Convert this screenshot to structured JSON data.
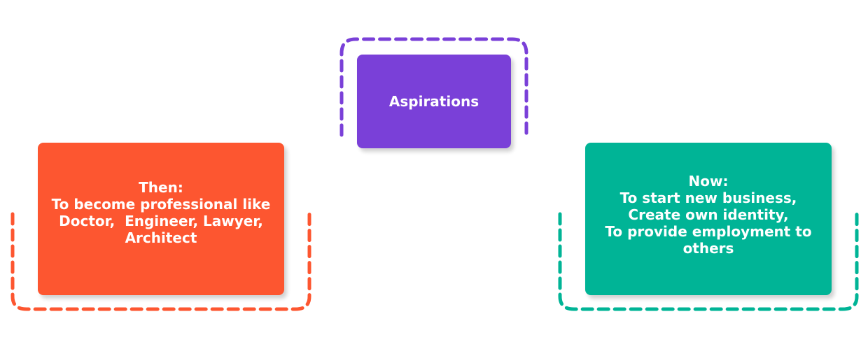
{
  "colors": {
    "purple": "#7a40d8",
    "orange": "#fd5630",
    "teal": "#00b496"
  },
  "top_box": {
    "text": "Aspirations"
  },
  "left_box": {
    "lines": [
      "Then:",
      "To become professional like",
      "Doctor,  Engineer, Lawyer,",
      "Architect"
    ]
  },
  "right_box": {
    "lines": [
      "Now:",
      "To start new business,",
      "Create own identity,",
      "To provide employment to",
      "others"
    ]
  }
}
